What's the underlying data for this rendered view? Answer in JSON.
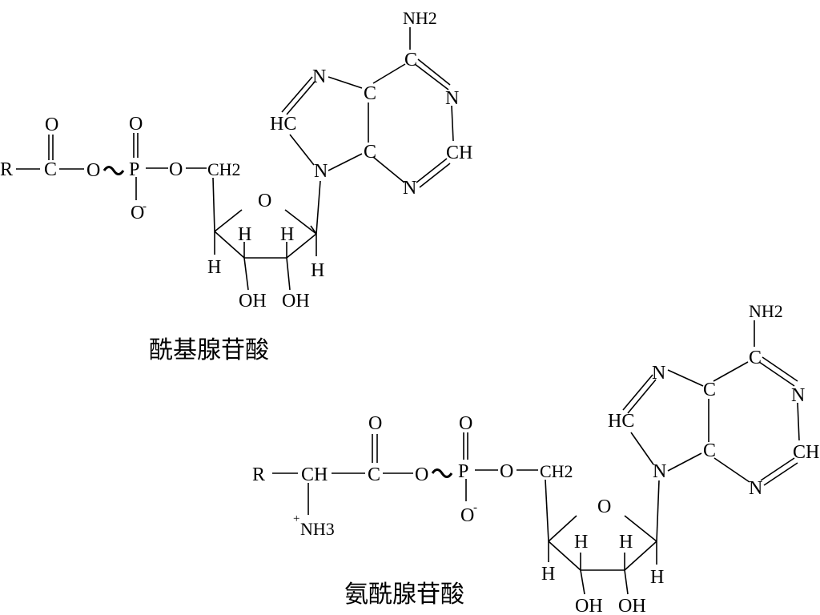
{
  "molecule1": {
    "caption": "酰基腺苷酸",
    "atoms": {
      "R": "R",
      "C_carbonyl": "C",
      "O_carbonyl": "O",
      "O_ester": "O",
      "P": "P",
      "O_p_top": "O",
      "O_p_bottom": "O",
      "O_p_bottom_charge": "-",
      "O_link": "O",
      "CH2": "CH2",
      "O_ring": "O",
      "H1": "H",
      "H2": "H",
      "H3": "H",
      "H4": "H",
      "OH1": "OH",
      "OH2": "OH",
      "N9": "N",
      "C8": "HC",
      "N7": "N",
      "C5": "C",
      "C4": "C",
      "C6": "C",
      "NH2": "NH2",
      "N1": "N",
      "C2": "CH",
      "N3": "N"
    }
  },
  "molecule2": {
    "caption": "氨酰腺苷酸",
    "atoms": {
      "R": "R",
      "CH": "CH",
      "NH3_charge": "+",
      "NH3": "NH3",
      "C_carbonyl": "C",
      "O_carbonyl": "O",
      "O_ester": "O",
      "P": "P",
      "O_p_top": "O",
      "O_p_bottom": "O",
      "O_p_bottom_charge": "-",
      "O_link": "O",
      "CH2": "CH2",
      "O_ring": "O",
      "H1": "H",
      "H2": "H",
      "H3": "H",
      "H4": "H",
      "OH1": "OH",
      "OH2": "OH",
      "N9": "N",
      "C8": "HC",
      "N7": "N",
      "C5": "C",
      "C4": "C",
      "C6": "C",
      "NH2": "NH2",
      "N1": "N",
      "C2": "CH",
      "N3": "N"
    }
  }
}
